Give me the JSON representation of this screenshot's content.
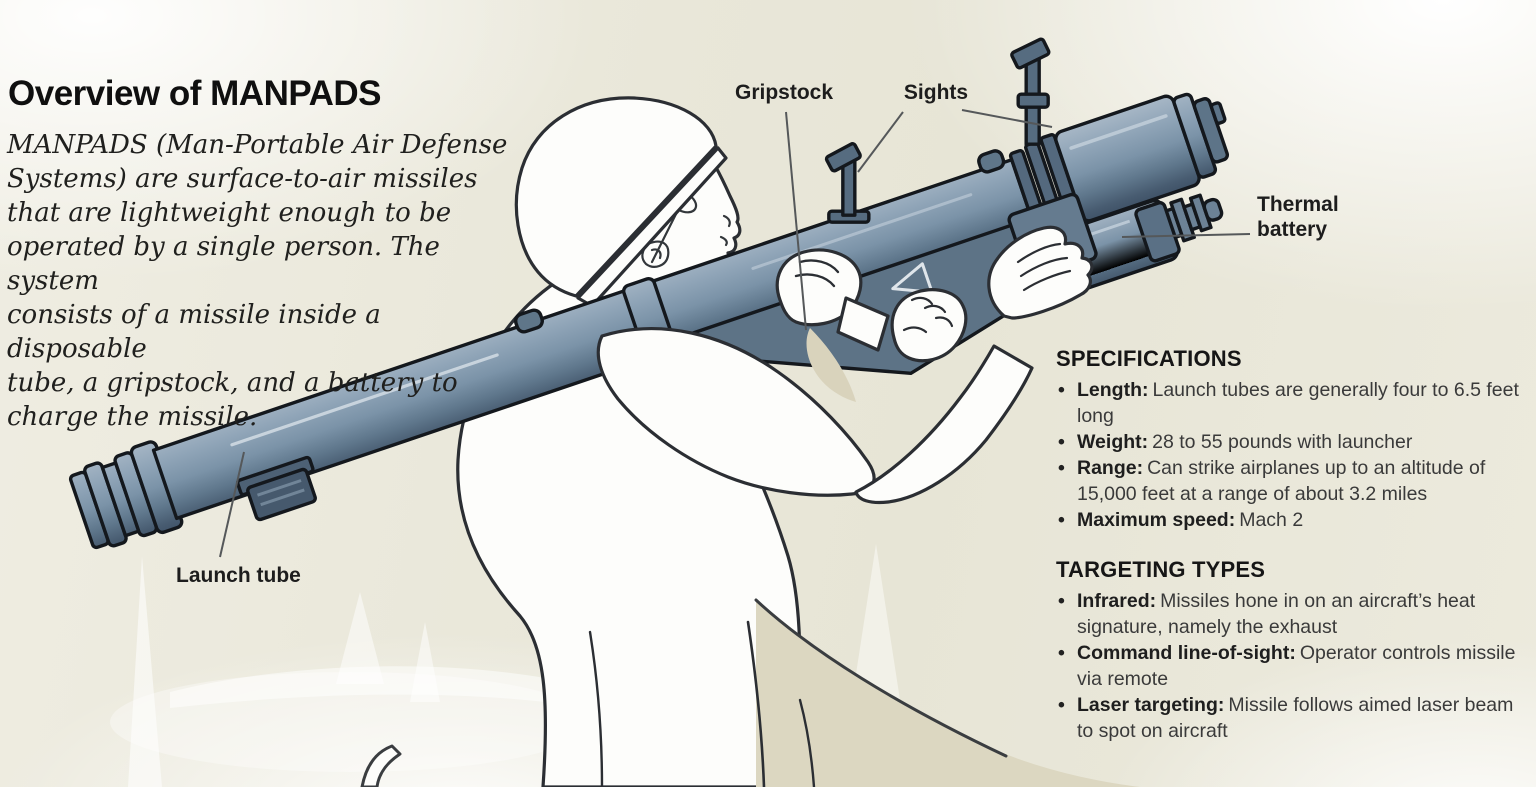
{
  "title": "Overview of MANPADS",
  "intro_lines": [
    "MANPADS (Man-Portable Air Defense",
    "Systems) are surface-to-air missiles",
    "that are lightweight enough to be",
    "operated by a single person. The system",
    "consists of a missile inside a disposable",
    "tube, a gripstock, and a battery to",
    "charge the missile."
  ],
  "callouts": {
    "gripstock": "Gripstock",
    "sights": "Sights",
    "thermal_battery": "Thermal battery",
    "launch_tube": "Launch tube"
  },
  "specifications": {
    "heading": "SPECIFICATIONS",
    "items": [
      {
        "term": "Length:",
        "text": "Launch tubes are generally four to 6.5 feet long"
      },
      {
        "term": "Weight:",
        "text": "28 to 55 pounds with launcher"
      },
      {
        "term": "Range:",
        "text": "Can strike airplanes up to an altitude of 15,000 feet at a range of about 3.2 miles"
      },
      {
        "term": "Maximum speed:",
        "text": "Mach 2"
      }
    ]
  },
  "targeting": {
    "heading": "TARGETING TYPES",
    "items": [
      {
        "term": "Infrared:",
        "text": "Missiles hone in on an aircraft’s heat signature, namely the exhaust"
      },
      {
        "term": "Command line-of-sight:",
        "text": "Operator controls missile via remote"
      },
      {
        "term": "Laser targeting:",
        "text": "Missile follows aimed laser beam to spot on aircraft"
      }
    ]
  },
  "ui": {
    "bullet": "•"
  },
  "colors": {
    "background_beige": "#e9e7d9",
    "tube_light": "#a7b7c6",
    "tube_mid": "#7b93a8",
    "tube_dark": "#3f5267",
    "gripstock": "#5d7386",
    "outline": "#14181d",
    "text_dark": "#1d1d1d",
    "text_body": "#3a3a3a",
    "jacket_shade": "#dcd7c1"
  }
}
